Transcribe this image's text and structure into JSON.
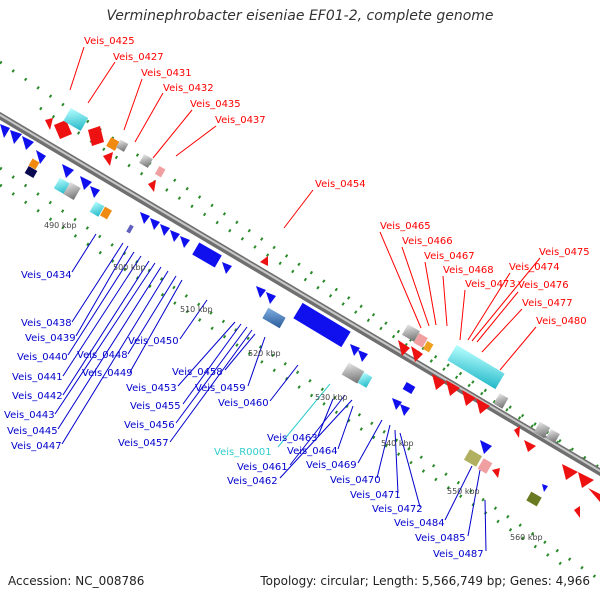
{
  "title": "Verminephrobacter eiseniae EF01-2, complete genome",
  "footer": {
    "accession": "Accession: NC_008786",
    "topology": "Topology: circular; Length: 5,566,749 bp; Genes: 4,966"
  },
  "colors": {
    "red_label": "#ff0000",
    "blue_label": "#0000cc",
    "cyan_label": "#33cccc",
    "backbone": "#8c8c8c",
    "tick": "#2a8a2a"
  },
  "ruler_labels": [
    "490 kbp",
    "500 kbp",
    "510 kbp",
    "520 kbp",
    "530 kbp",
    "540 kbp",
    "550 kbp",
    "560 kbp"
  ],
  "top_labels": [
    "Veis_0425",
    "Veis_0427",
    "Veis_0431",
    "Veis_0432",
    "Veis_0435",
    "Veis_0437",
    "Veis_0454",
    "Veis_0465",
    "Veis_0466",
    "Veis_0467",
    "Veis_0468",
    "Veis_0473",
    "Veis_0474",
    "Veis_0475",
    "Veis_0476",
    "Veis_0477",
    "Veis_0480"
  ],
  "bottom_labels": [
    "Veis_0434",
    "Veis_0438",
    "Veis_0439",
    "Veis_0440",
    "Veis_0441",
    "Veis_0442",
    "Veis_0443",
    "Veis_0445",
    "Veis_0447",
    "Veis_0448",
    "Veis_0449",
    "Veis_0450",
    "Veis_0453",
    "Veis_0455",
    "Veis_0456",
    "Veis_0457",
    "Veis_0458",
    "Veis_0459",
    "Veis_0460",
    "Veis_R0001",
    "Veis_0461",
    "Veis_0462",
    "Veis_0463",
    "Veis_0464",
    "Veis_0469",
    "Veis_0470",
    "Veis_0471",
    "Veis_0472",
    "Veis_0484",
    "Veis_0485",
    "Veis_0487"
  ]
}
